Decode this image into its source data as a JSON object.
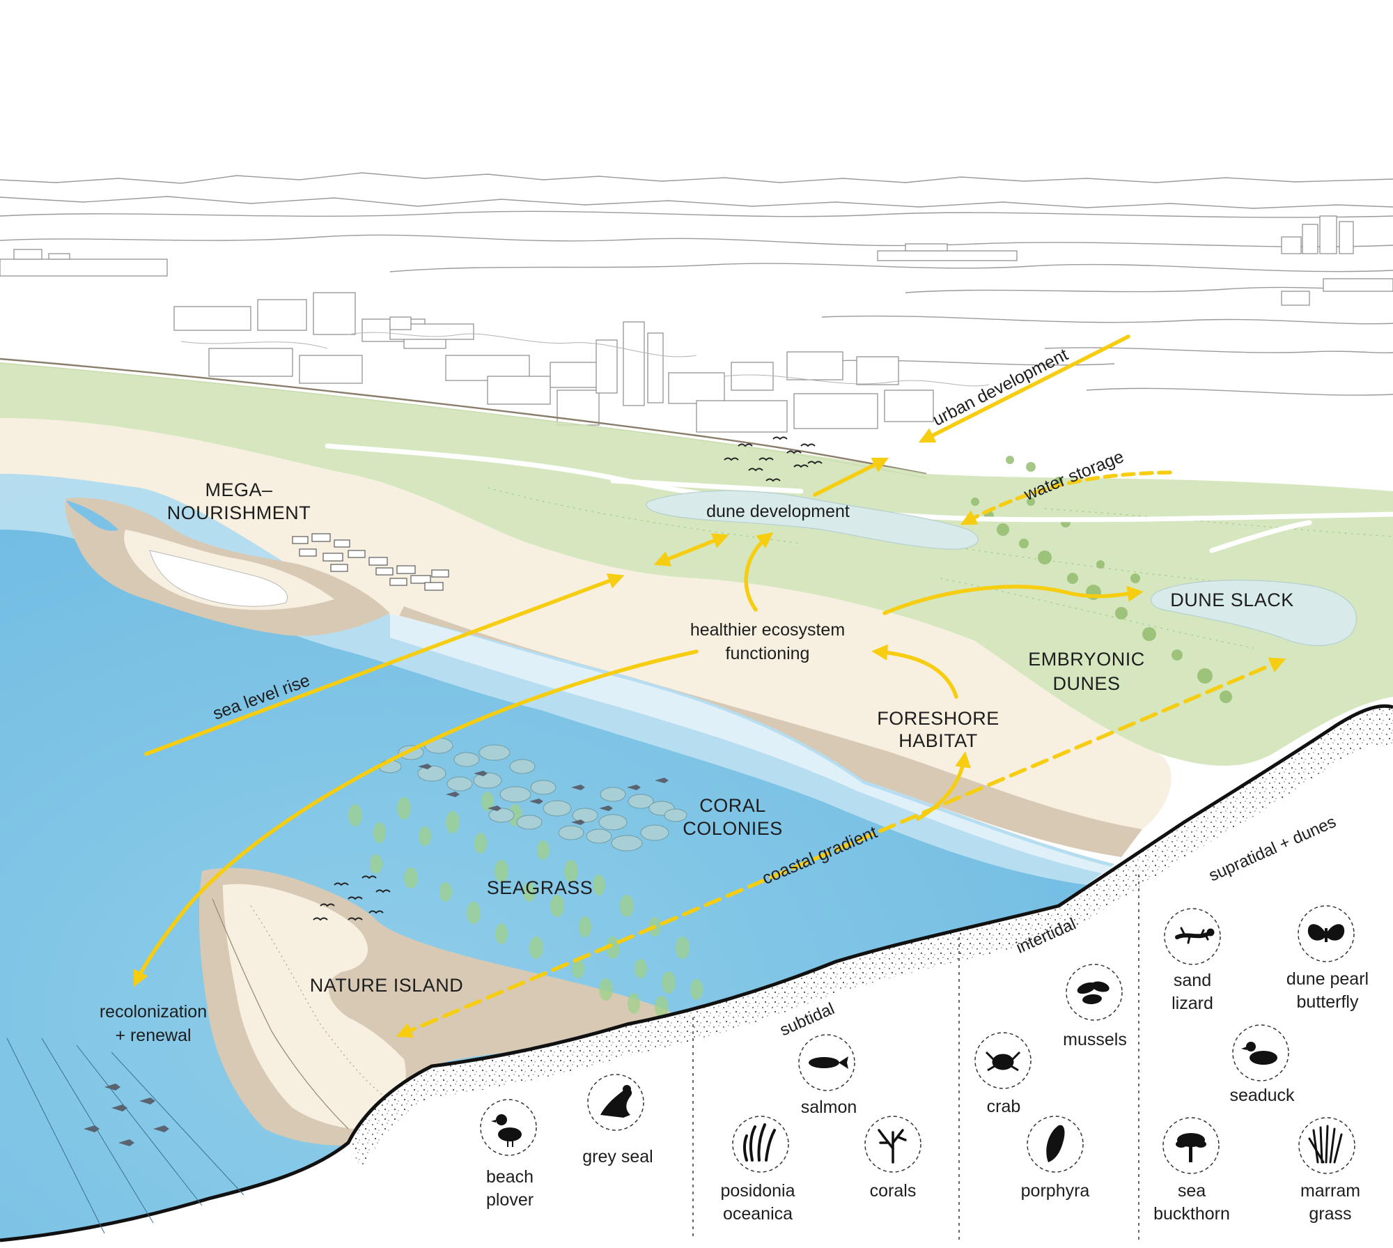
{
  "colors": {
    "sea": "#7cc2e6",
    "sea_shallow": "#bde0f1",
    "sand": "#f7f0e1",
    "wet_sand": "#d8c9b5",
    "dune_green": "#cfe3b4",
    "arrow_yellow": "#f6cd10",
    "ink": "#1d1d1d"
  },
  "zones": {
    "mega_nourishment": [
      "MEGA–",
      "NOURISHMENT"
    ],
    "dune_slack": "DUNE SLACK",
    "embryonic_dunes": [
      "EMBRYONIC",
      "DUNES"
    ],
    "foreshore_habitat": [
      "FORESHORE",
      "HABITAT"
    ],
    "coral_colonies": [
      "CORAL",
      "COLONIES"
    ],
    "seagrass": "SEAGRASS",
    "nature_island": "NATURE ISLAND"
  },
  "processes": {
    "urban_development": "urban development",
    "water_storage": "water storage",
    "dune_development": "dune development",
    "healthier_ecosystem": [
      "healthier ecosystem",
      "functioning"
    ],
    "sea_level_rise": "sea level rise",
    "coastal_gradient": "coastal gradient",
    "recolonization": [
      "recolonization",
      "+ renewal"
    ]
  },
  "section_zones": {
    "subtidal": "subtidal",
    "intertidal": "intertidal",
    "supratidal": "supratidal + dunes"
  },
  "species": [
    {
      "icon": "beach-plover-icon",
      "label": [
        "beach",
        "plover"
      ]
    },
    {
      "icon": "grey-seal-icon",
      "label": [
        "grey seal"
      ]
    },
    {
      "icon": "salmon-icon",
      "label": [
        "salmon"
      ]
    },
    {
      "icon": "posidonia-oceanica-icon",
      "label": [
        "posidonia",
        "oceanica"
      ]
    },
    {
      "icon": "corals-icon",
      "label": [
        "corals"
      ]
    },
    {
      "icon": "mussels-icon",
      "label": [
        "mussels"
      ]
    },
    {
      "icon": "crab-icon",
      "label": [
        "crab"
      ]
    },
    {
      "icon": "porphyra-icon",
      "label": [
        "porphyra"
      ]
    },
    {
      "icon": "sand-lizard-icon",
      "label": [
        "sand",
        "lizard"
      ]
    },
    {
      "icon": "dune-pearl-butterfly-icon",
      "label": [
        "dune pearl",
        "butterfly"
      ]
    },
    {
      "icon": "seaduck-icon",
      "label": [
        "seaduck"
      ]
    },
    {
      "icon": "sea-buckthorn-icon",
      "label": [
        "sea",
        "buckthorn"
      ]
    },
    {
      "icon": "marram-grass-icon",
      "label": [
        "marram",
        "grass"
      ]
    }
  ]
}
